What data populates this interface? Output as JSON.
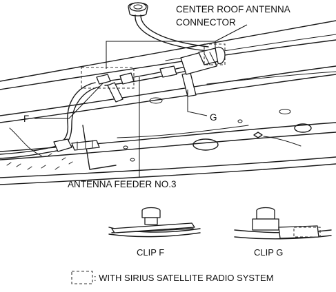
{
  "labels": {
    "center_roof_antenna_connector_line1": "CENTER ROOF ANTENNA",
    "center_roof_antenna_connector_line2": "CONNECTOR",
    "f": "F",
    "g": "G",
    "antenna_feeder": "ANTENNA FEEDER NO.3",
    "clip_f": "CLIP F",
    "clip_g": "CLIP G"
  },
  "legend": {
    "text": ": WITH SIRIUS SATELLITE RADIO SYSTEM"
  }
}
